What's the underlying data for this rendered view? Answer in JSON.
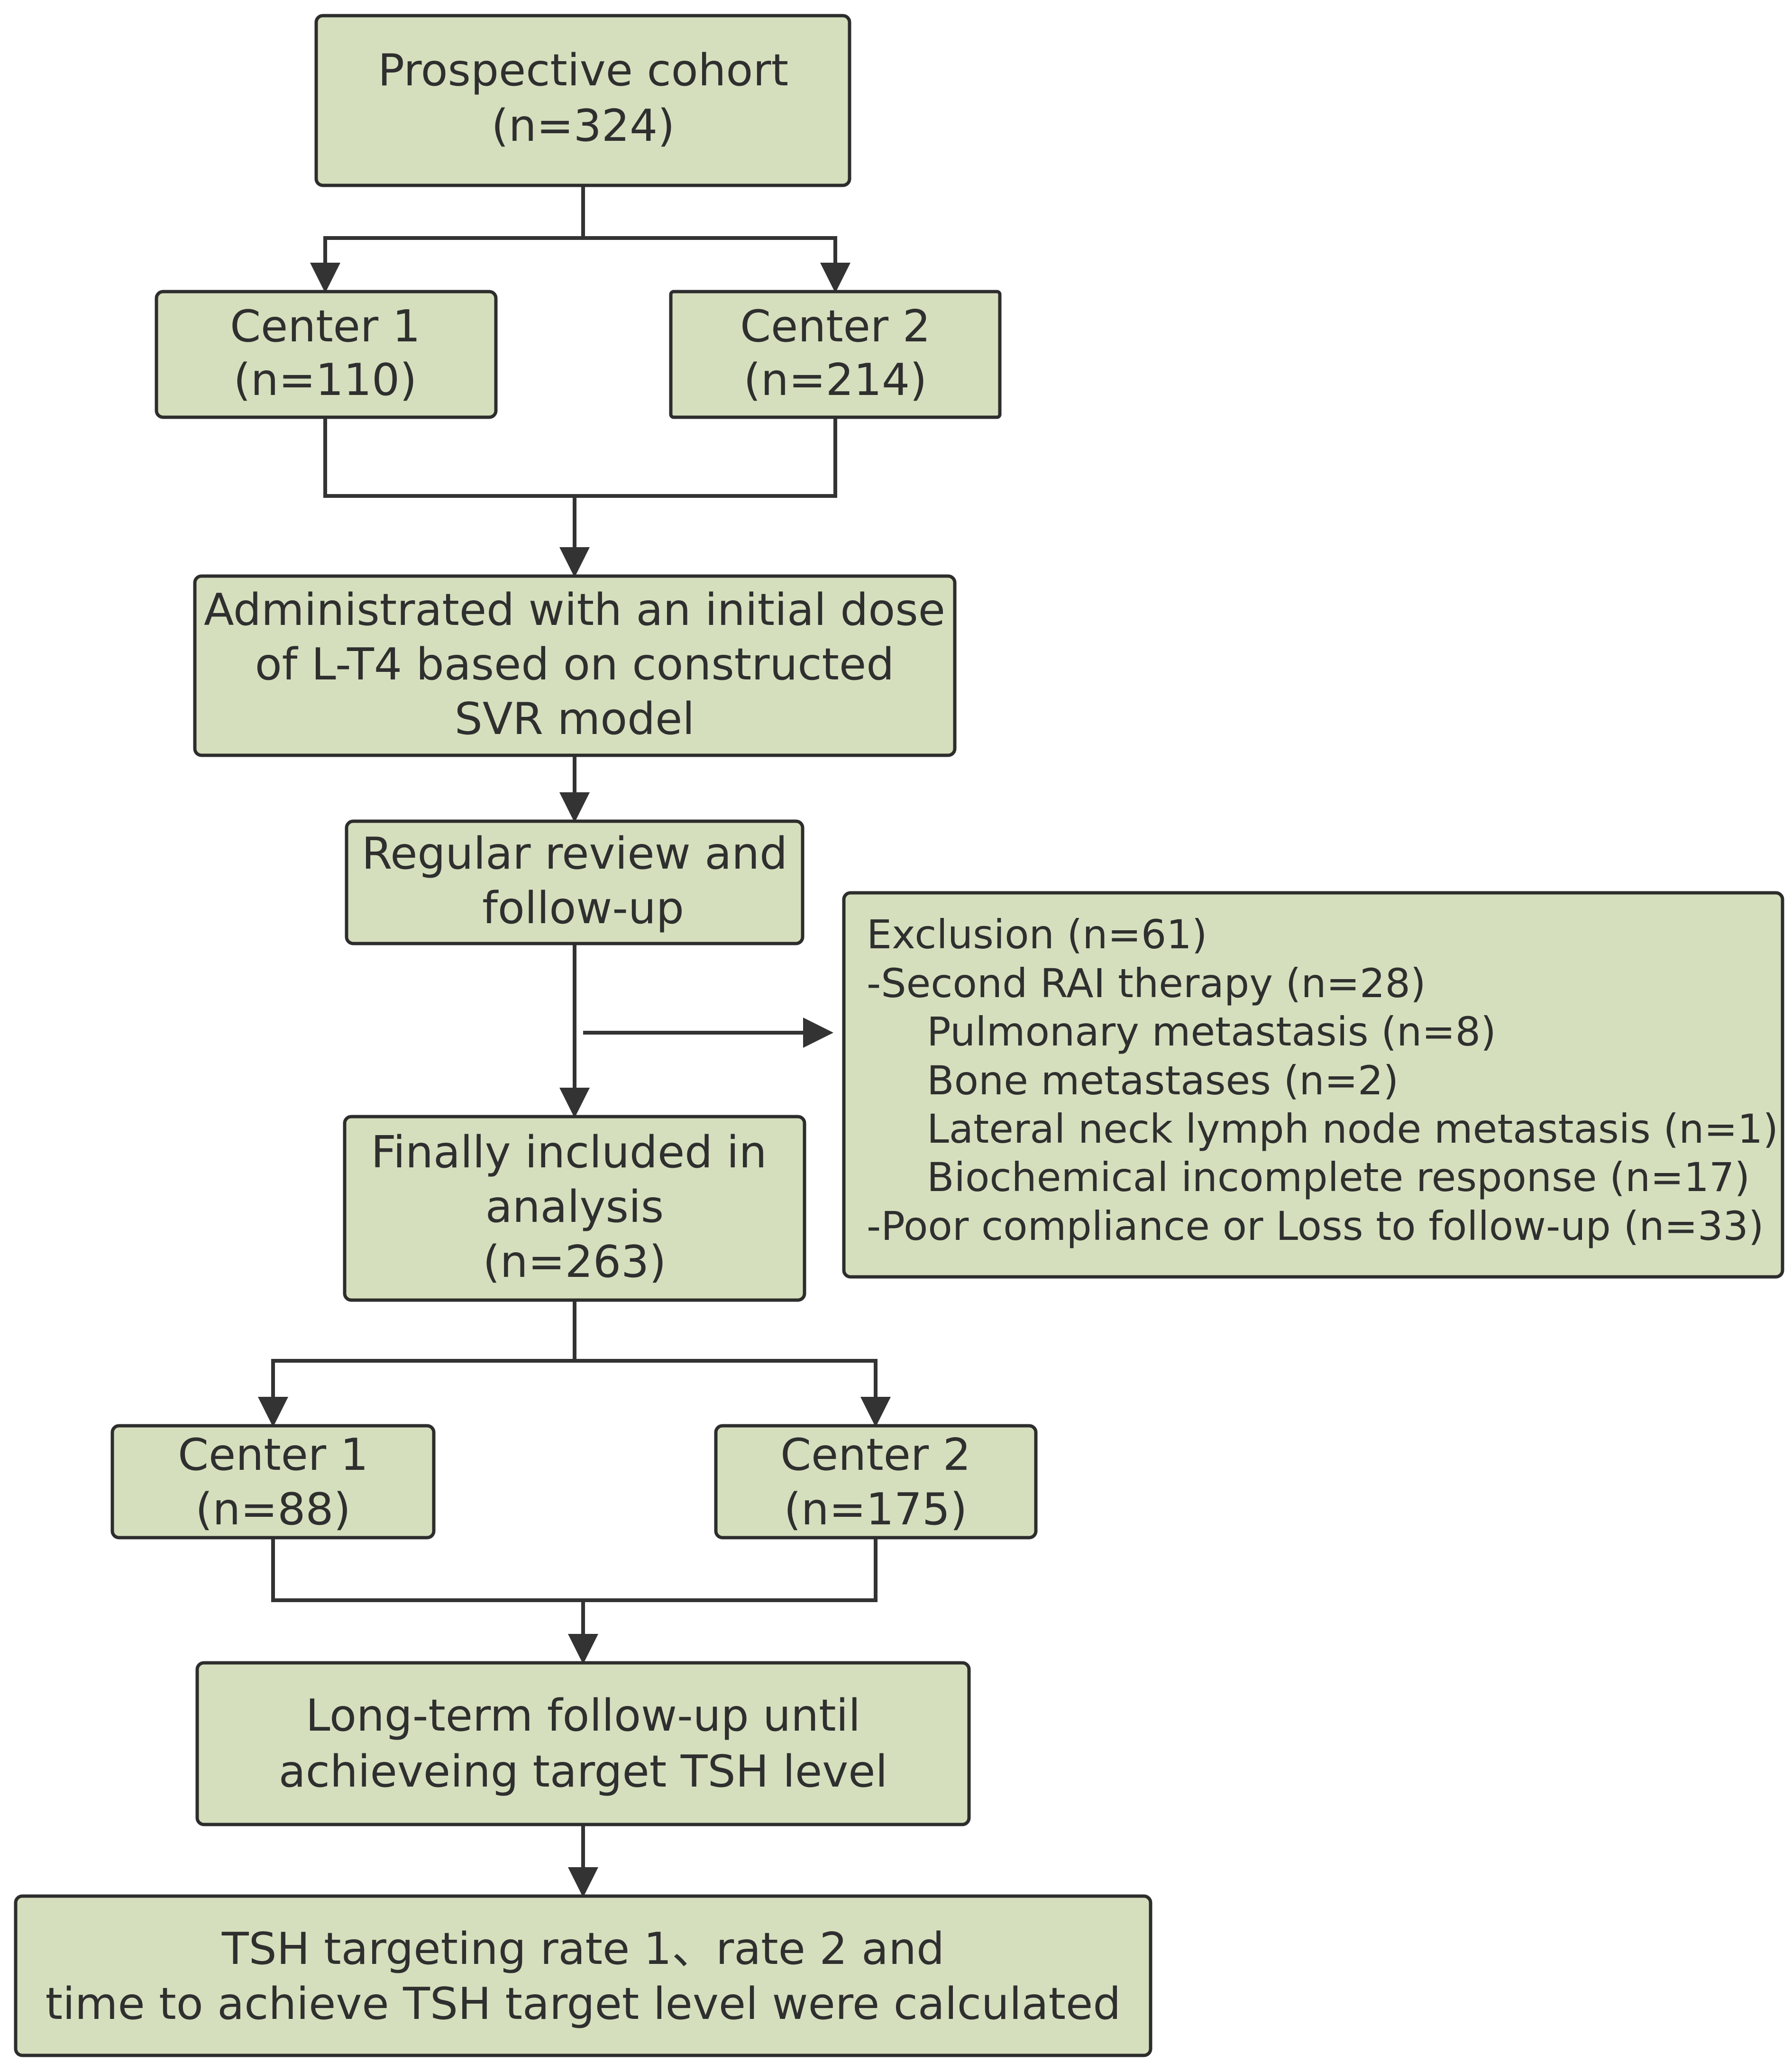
{
  "colors": {
    "box_fill": "#d5dfbd",
    "box_stroke": "#2d2d2d",
    "arrow": "#333333",
    "text": "#2f2f2f"
  },
  "nodes": {
    "prospective": {
      "line1": "Prospective cohort",
      "line2": "(n=324)"
    },
    "center1_top": {
      "line1": "Center 1",
      "line2": "(n=110)"
    },
    "center2_top": {
      "line1": "Center 2",
      "line2": "(n=214)"
    },
    "administrated": {
      "line1": "Administrated with an initial dose",
      "line2": "of L-T4 based on constructed",
      "line3": "SVR model"
    },
    "regular_review": {
      "line1": "Regular review and",
      "line2": "follow-up"
    },
    "finally_included": {
      "line1": "Finally included in",
      "line2": "analysis",
      "line3": "(n=263)"
    },
    "center1_bottom": {
      "line1": "Center 1",
      "line2": "(n=88)"
    },
    "center2_bottom": {
      "line1": "Center 2",
      "line2": "(n=175)"
    },
    "long_term": {
      "line1": "Long-term follow-up until",
      "line2": "achieveing target TSH level"
    },
    "tsh_rate": {
      "line1": "TSH targeting rate 1、rate 2 and",
      "line2": "time to achieve TSH target level were calculated"
    }
  },
  "exclusion": {
    "title": "Exclusion  (n=61)",
    "second_rai": "-Second RAI therapy (n=28)",
    "pulmonary": "Pulmonary metastasis (n=8)",
    "bone": "Bone metastases (n=2)",
    "lateral_neck": "Lateral neck lymph node metastasis (n=1)",
    "biochemical": "Biochemical incomplete response (n=17)",
    "poor_compliance": "-Poor compliance or Loss to follow-up (n=33)"
  }
}
